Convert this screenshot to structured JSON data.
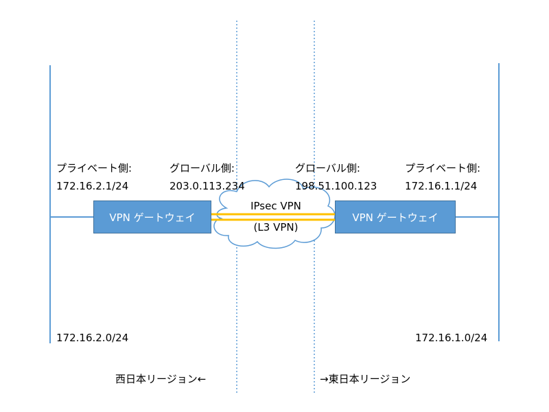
{
  "colors": {
    "network_line": "#5b9bd5",
    "gateway_fill": "#5b9bd5",
    "gateway_border": "#41719c",
    "gateway_text": "#ffffff",
    "tunnel": "#ffc000",
    "cloud_border": "#5b9bd5",
    "region_divider": "#5b9bd5"
  },
  "west": {
    "private_label": "プライベート側:",
    "private_ip": "172.16.2.1/24",
    "global_label": "グローバル側:",
    "global_ip": "203.0.113.234",
    "gateway": "VPN ゲートウェイ",
    "subnet": "172.16.2.0/24",
    "region": "西日本リージョン←"
  },
  "east": {
    "global_label": "グローバル側:",
    "global_ip": "198.51.100.123",
    "private_label": "プライベート側:",
    "private_ip": "172.16.1.1/24",
    "gateway": "VPN ゲートウェイ",
    "subnet": "172.16.1.0/24",
    "region": "→東日本リージョン"
  },
  "tunnel": {
    "line1": "IPsec VPN",
    "line2": "(L3 VPN)"
  }
}
